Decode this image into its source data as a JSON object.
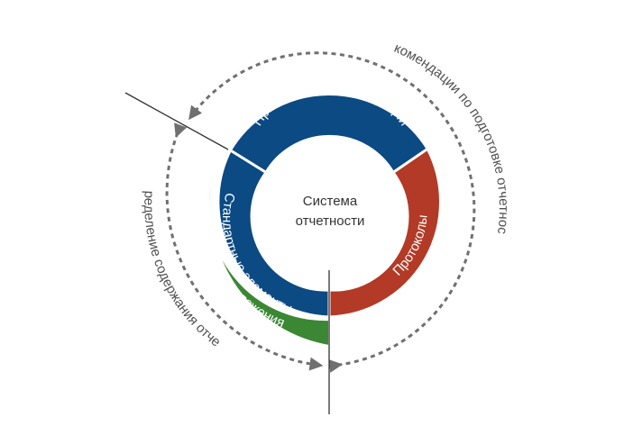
{
  "diagram": {
    "center": {
      "line1": "Система",
      "line2": "отчетности"
    },
    "segments": {
      "principles": {
        "label": "Принципы и рекомендации",
        "color": "#0b4a83"
      },
      "standard": {
        "label": "Стандартные элементы",
        "color": "#0b4a83"
      },
      "protocols": {
        "label": "Протоколы",
        "color": "#b23a26"
      },
      "sector": {
        "label": "Отраслевые приложения",
        "color": "#3b8734"
      }
    },
    "arrows": {
      "outer": {
        "label": "Рекомендации по подготовке отчетности",
        "color": "#707070"
      },
      "inner": {
        "label": "Определение содержания отчета",
        "color": "#707070"
      }
    }
  }
}
